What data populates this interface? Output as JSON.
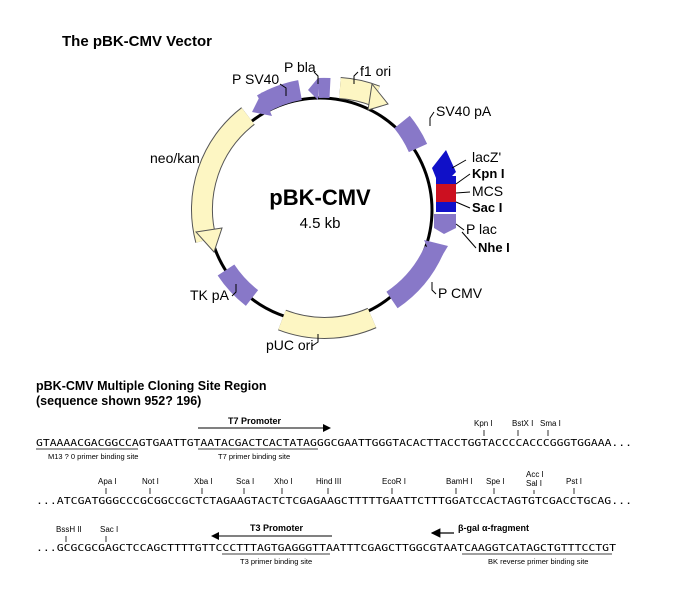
{
  "title": "The pBK-CMV Vector",
  "map": {
    "name": "pBK-CMV",
    "size": "4.5 kb",
    "labels": {
      "p_sv40": "P SV40",
      "p_bla": "P bla",
      "f1_ori": "f1 ori",
      "sv40_pa": "SV40 pA",
      "lacz": "lacZ'",
      "kpn": "Kpn I",
      "mcs": "MCS",
      "sac": "Sac I",
      "plac": "P lac",
      "nhe": "Nhe I",
      "pcmv": "P CMV",
      "puc_ori": "pUC ori",
      "tk_pa": "TK pA",
      "neo_kan": "neo/kan"
    },
    "colors": {
      "feature": "#8878c8",
      "cds": "#fdf6c3",
      "lacz": "#1010c8",
      "mcs": "#cc1020"
    }
  },
  "mcs_region": {
    "heading": "pBK-CMV Multiple Cloning Site Region",
    "subheading": "(sequence shown 952? 196)",
    "row1": {
      "promoter_label": "T7 Promoter",
      "sites": {
        "kpn": "Kpn I",
        "bstx": "BstX I",
        "sma": "Sma I"
      },
      "seq_a": "GTAAAACGACGGCCAGT",
      "seq_b": "GAATTG",
      "seq_c": "TAATACGACTCACTATAGGGC",
      "seq_d": "GAATTGGGTACACTTACCTGGTACCCCACCCGGGTGGAAA...",
      "m13": "M13 ? 0 primer binding site",
      "t7_bind": "T7 primer binding site"
    },
    "row2": {
      "sites": {
        "apa": "Apa I",
        "not": "Not I",
        "xba": "Xba I",
        "sca": "Sca I",
        "xho": "Xho I",
        "hind": "Hind III",
        "ecor": "EcoR I",
        "bamh": "BamH I",
        "spe": "Spe I",
        "acc": "Acc I",
        "sal": "Sal I",
        "pst": "Pst I"
      },
      "seq": "...ATCGATGGGCCCGCGGCCGCTCTAGAAGTACTCTCGAGAAGCTTTTTGAATTCTTTGGATCCACTAGTGTCGACCTGCAG..."
    },
    "row3": {
      "sites": {
        "bssh": "BssH II",
        "sac": "Sac I"
      },
      "promoter_label": "T3 Promoter",
      "fragment_label": "β-gal α-fragment",
      "seq_a": "...GCGCGCGAGCTCCAGCTTTTGTTC",
      "seq_b": "CCTTTAGTGAGGGTTAATT",
      "seq_c": "TCGAGCTTGGCGTAAT",
      "seq_d": "CAAGGTCATAGCTGTTTCCTGT",
      "t3_bind": "T3 primer binding site",
      "bk_bind": "BK reverse primer binding site"
    }
  }
}
